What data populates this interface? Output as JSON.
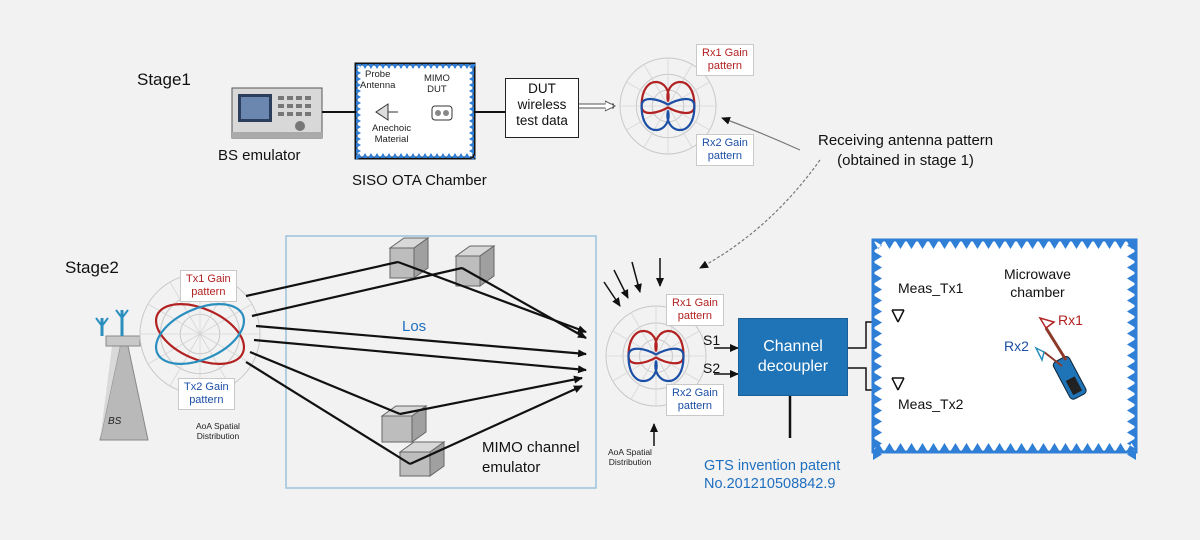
{
  "stage1": {
    "title": "Stage1",
    "bs_emulator_label": "BS emulator",
    "chamber": {
      "caption": "SISO OTA Chamber",
      "probe_antenna": "Probe\nAntenna",
      "mimo_dut": "MIMO\nDUT",
      "anechoic_material": "Anechoic\nMaterial"
    },
    "dut_data_box": "DUT\nwireless\ntest data",
    "rx1_pattern": "Rx1 Gain\npattern",
    "rx2_pattern": "Rx2 Gain\npattern"
  },
  "receiving_antenna_note": "Receiving antenna pattern\n(obtained in stage 1)",
  "stage2": {
    "title": "Stage2",
    "bs_label": "BS",
    "tx1_pattern": "Tx1 Gain\npattern",
    "tx2_pattern": "Tx2 Gain\npattern",
    "aoa_left": "AoA Spatial\nDistribution",
    "los_label": "Los",
    "emulator_label": "MIMO channel\nemulator",
    "rx1_pattern": "Rx1 Gain\npattern",
    "rx2_pattern": "Rx2 Gain\npattern",
    "s1": "S1",
    "s2": "S2",
    "aoa_right": "AoA Spatial\nDistribution",
    "decoupler": "Channel\ndecoupler",
    "patent": "GTS invention patent\nNo.201210508842.9",
    "chamber": {
      "title": "Microwave\nchamber",
      "meas_tx1": "Meas_Tx1",
      "meas_tx2": "Meas_Tx2",
      "rx1": "Rx1",
      "rx2": "Rx2"
    }
  },
  "colors": {
    "red_pattern": "#b22222",
    "blue_pattern": "#1c4fa6",
    "decoupler_fill": "#1f74b8",
    "chamber_border": "#2f7fd6",
    "emulator_border": "#9cc3dc"
  }
}
